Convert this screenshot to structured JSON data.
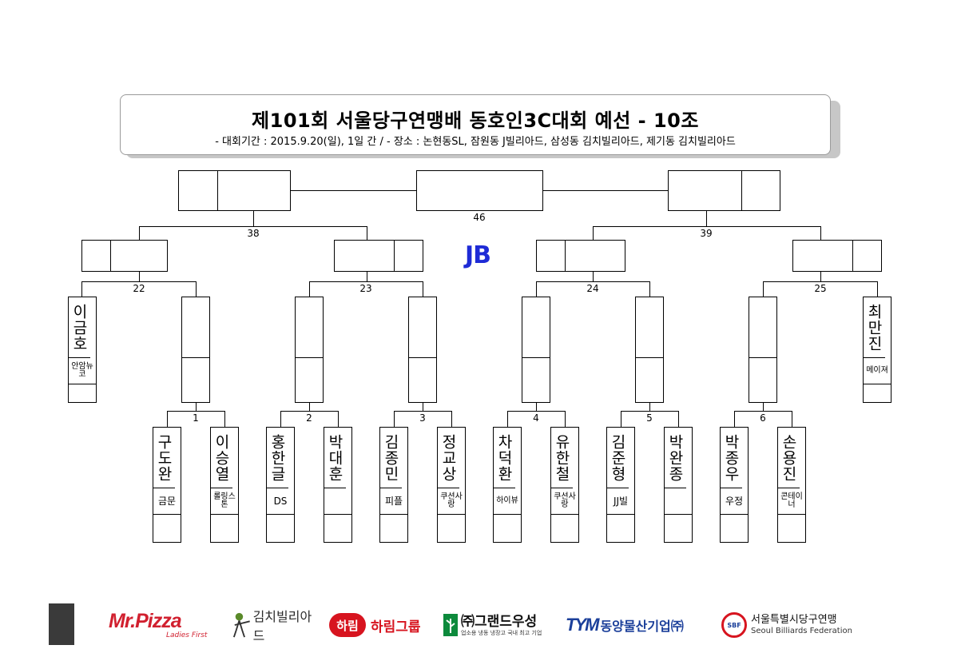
{
  "header": {
    "title": "제101회 서울당구연맹배 동호인3C대회 예선 - 10조",
    "subtitle": "- 대회기간 : 2015.9.20(일), 1일 간 / - 장소 : 논현동SL, 잠원동 J빌리아드, 삼성동 김치빌리아드, 제기동 김치빌리아드"
  },
  "jb_label": "JB",
  "match_numbers": {
    "m46": "46",
    "m38": "38",
    "m39": "39",
    "m22": "22",
    "m23": "23",
    "m24": "24",
    "m25": "25",
    "m1": "1",
    "m2": "2",
    "m3": "3",
    "m4": "4",
    "m5": "5",
    "m6": "6"
  },
  "seeds": [
    {
      "name": "이금호",
      "club": "안암뉴코"
    },
    {
      "name": "최만진",
      "club": "메이져"
    }
  ],
  "players": [
    {
      "name": "구도완",
      "club": "금문"
    },
    {
      "name": "이승열",
      "club": "롤링스톤"
    },
    {
      "name": "홍한글",
      "club": "DS"
    },
    {
      "name": "박대훈",
      "club": ""
    },
    {
      "name": "김종민",
      "club": "피플"
    },
    {
      "name": "정교상",
      "club": "쿠션사랑"
    },
    {
      "name": "차덕환",
      "club": "하이뷰"
    },
    {
      "name": "유한철",
      "club": "쿠션사랑"
    },
    {
      "name": "김준형",
      "club": "JJ빌"
    },
    {
      "name": "박완종",
      "club": ""
    },
    {
      "name": "박종우",
      "club": "우정"
    },
    {
      "name": "손용진",
      "club": "콘테이너"
    }
  ],
  "sponsors": {
    "mrpizza": "Mr.Pizza",
    "mrpizza_sub": "Ladies First",
    "kimchi": "김치빌리아드",
    "harim_badge": "하림",
    "harim": "하림그룹",
    "grand": "㈜그랜드우성",
    "grand_sub": "업소용 냉동 냉장고 국내 최고 기업",
    "tym_logo": "TYM",
    "tym": "동양물산기업㈜",
    "sbf_badge": "SBF",
    "sbf": "서울특별시당구연맹",
    "sbf_en": "Seoul Billiards Federation"
  },
  "colors": {
    "jb": "#1e2bd6",
    "mrpizza_red": "#d1202f",
    "harim_red": "#d7141f",
    "grand_green": "#0d8a3c",
    "tym_blue": "#1b3f9a"
  }
}
